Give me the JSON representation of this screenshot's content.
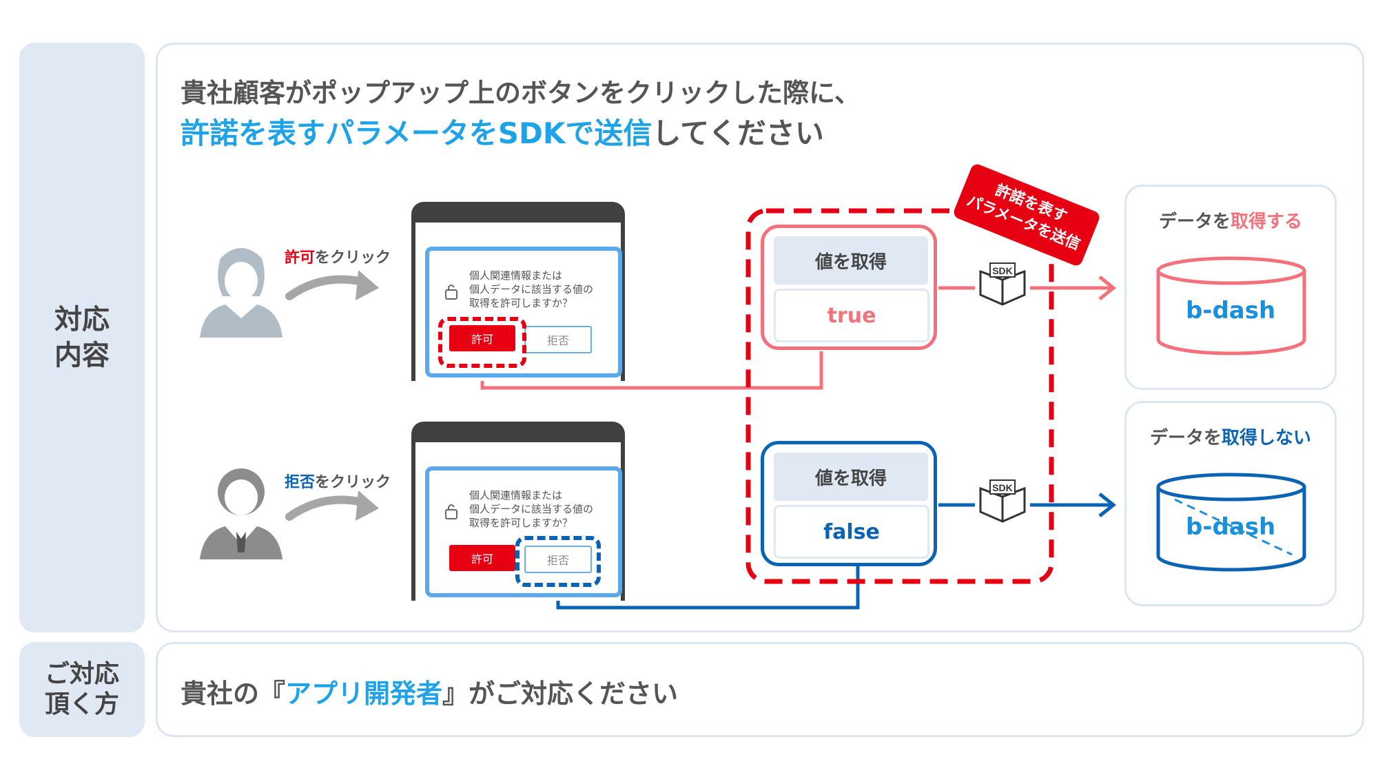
{
  "side_labels": {
    "taiou_line1": "対応",
    "taiou_line2": "内容",
    "goto_line1": "ご対応",
    "goto_line2": "頂く方"
  },
  "heading": {
    "line1": "貴社顧客がポップアップ上のボタンをクリックした際に、",
    "line2_accent": "許諾を表すパラメータをSDKで送信",
    "line2_rest": "してください"
  },
  "users": {
    "allow_click_accent": "許可",
    "allow_click_rest": "をクリック",
    "deny_click_accent": "拒否",
    "deny_click_rest": "をクリック"
  },
  "popup": {
    "line1": "個人関連情報または",
    "line2": "個人データに該当する値の",
    "line3": "取得を許可しますか？",
    "allow_button": "許可",
    "deny_button": "拒否"
  },
  "values": {
    "get_label": "値を取得",
    "true_value": "true",
    "false_value": "false"
  },
  "send_badge": {
    "line1": "許諾を表す",
    "line2": "パラメータを送信"
  },
  "sdk_label": "SDK",
  "results": {
    "get_prefix": "データを",
    "get_accent": "取得する",
    "noget_prefix": "データを",
    "noget_accent": "取得しない",
    "logo_text": "b-dash"
  },
  "bottom": {
    "prefix": "貴社の『",
    "accent": "アプリ開発者",
    "suffix": "』がご対応ください"
  },
  "colors": {
    "accent_blue": "#1ea2e8",
    "true_pink": "#f2717b",
    "false_blue": "#0b63b3",
    "alert_red": "#e60012"
  }
}
